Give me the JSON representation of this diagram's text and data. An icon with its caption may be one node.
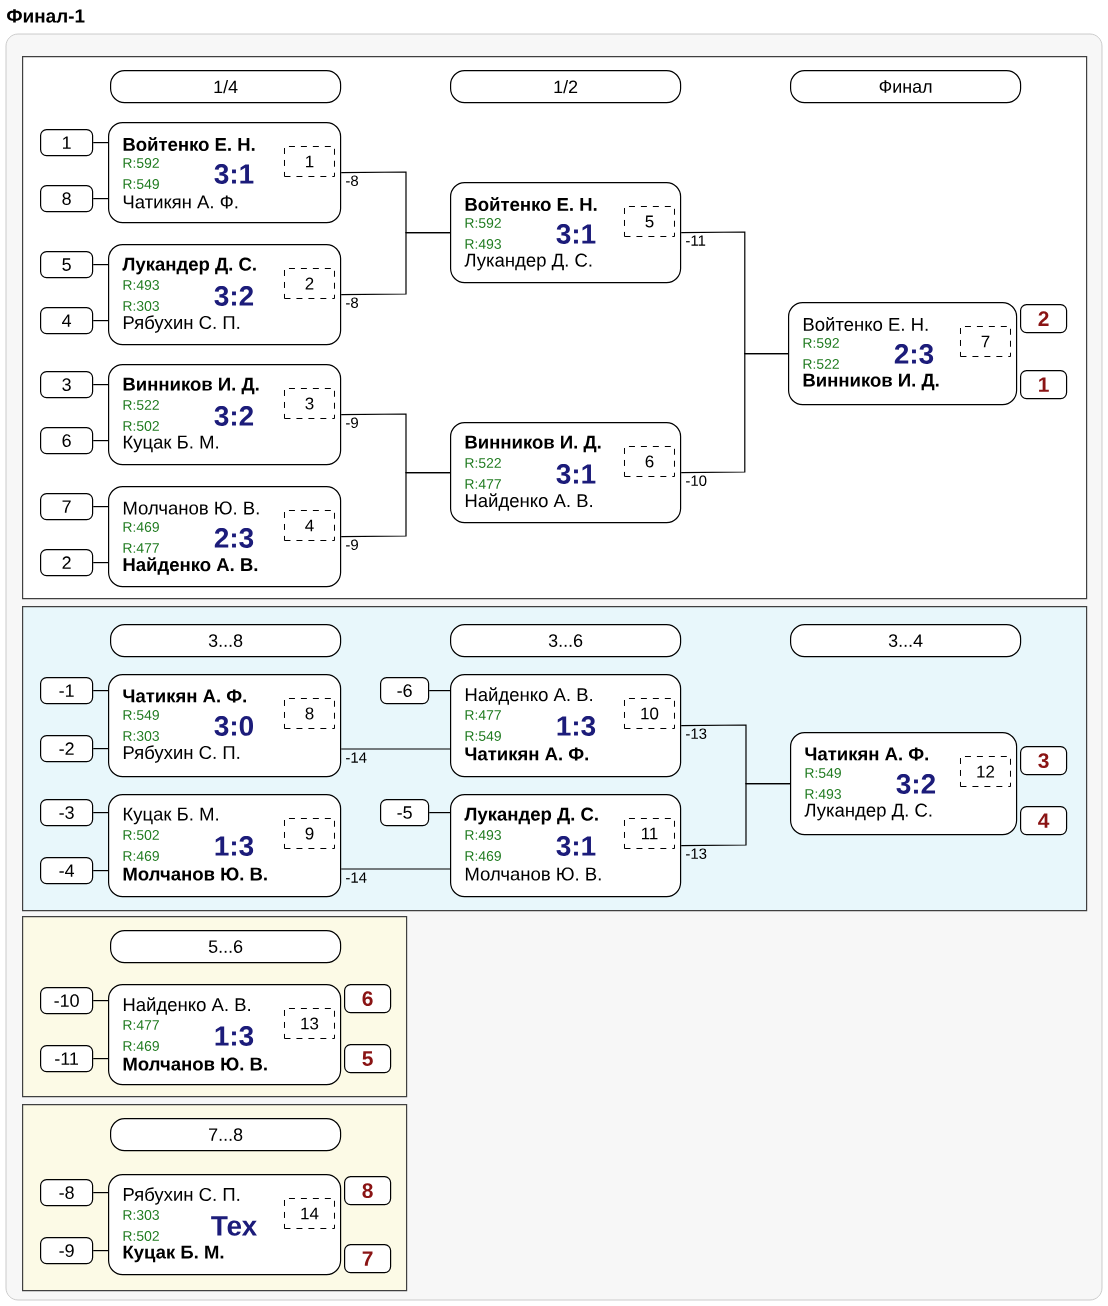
{
  "diagram": {
    "title": "Финал-1",
    "nodes": [
      {
        "text": [],
        "shape": "box"
      },
      {
        "text": [
          "1/4"
        ],
        "in": 0
      },
      {
        "text": [
          "1/2"
        ],
        "in": 0
      },
      {
        "text": [
          "Финал"
        ],
        "in": 0
      },
      {
        "text": [
          "1"
        ],
        "in": 0
      },
      {
        "text": [
          "**Войтенко Е. Н.**",
          "R:592",
          "3:1",
          "R:549",
          "Чатикян А. Ф."
        ],
        "in": 0
      },
      {
        "text": [
          "1"
        ],
        "in": 5
      },
      {
        "text": [
          "8"
        ],
        "in": 0
      },
      {
        "text": [
          "5"
        ],
        "in": 0
      },
      {
        "text": [
          "**Лукандер Д. С.**",
          "R:493",
          "3:2",
          "R:303",
          "Рябухин С. П."
        ],
        "in": 0
      },
      {
        "text": [
          "2"
        ],
        "in": 9
      },
      {
        "text": [
          "4"
        ],
        "in": 0
      },
      {
        "text": [
          "3"
        ],
        "in": 0
      },
      {
        "text": [
          "**Винников И. Д.**",
          "R:522",
          "3:2",
          "R:502",
          "Куцак Б. М."
        ],
        "in": 0
      },
      {
        "text": [
          "3"
        ],
        "in": 13
      },
      {
        "text": [
          "6"
        ],
        "in": 0
      },
      {
        "text": [
          "7"
        ],
        "in": 0
      },
      {
        "text": [
          "Молчанов Ю. В.",
          "R:469",
          "2:3",
          "R:477",
          "**Найденко А. В.**"
        ],
        "in": 0
      },
      {
        "text": [
          "4"
        ],
        "in": 17
      },
      {
        "text": [
          "2"
        ],
        "in": 0
      },
      {
        "text": [
          "**Войтенко Е. Н.**",
          "R:592",
          "3:1",
          "R:493",
          "Лукандер Д. С."
        ],
        "in": 0
      },
      {
        "text": [
          "5"
        ],
        "in": 20
      },
      {
        "text": [
          "**Винников И. Д.**",
          "R:522",
          "3:1",
          "R:477",
          "Найденко А. В."
        ],
        "in": 0
      },
      {
        "text": [
          "6"
        ],
        "in": 22
      },
      {
        "text": [
          "Войтенко Е. Н.",
          "R:592",
          "2:3",
          "R:522",
          "**Винников И. Д.**"
        ],
        "in": 0
      },
      {
        "text": [
          "7"
        ],
        "in": 24
      },
      {
        "text": [
          "2"
        ],
        "in": 0
      },
      {
        "text": [
          "1"
        ],
        "in": 0
      },
      {
        "text": [],
        "shape": "box"
      },
      {
        "text": [
          "3...8"
        ],
        "in": 28
      },
      {
        "text": [
          "3...6"
        ],
        "in": 28
      },
      {
        "text": [
          "3...4"
        ],
        "in": 28
      },
      {
        "text": [
          "-1"
        ],
        "in": 28
      },
      {
        "text": [
          "**Чатикян А. Ф.**",
          "R:549",
          "3:0",
          "R:303",
          "Рябухин С. П."
        ],
        "in": 28
      },
      {
        "text": [
          "8"
        ],
        "in": 33
      },
      {
        "text": [
          "-2"
        ],
        "in": 28
      },
      {
        "text": [
          "-6"
        ],
        "in": 28
      },
      {
        "text": [
          "Найденко А. В.",
          "R:477",
          "1:3",
          "R:549",
          "**Чатикян А. Ф.**"
        ],
        "in": 28
      },
      {
        "text": [
          "10"
        ],
        "in": 37
      },
      {
        "text": [
          "-3"
        ],
        "in": 28
      },
      {
        "text": [
          "Куцак Б. М.",
          "R:502",
          "1:3",
          "R:469",
          "**Молчанов Ю. В.**"
        ],
        "in": 28
      },
      {
        "text": [
          "9"
        ],
        "in": 40
      },
      {
        "text": [
          "-4"
        ],
        "in": 28
      },
      {
        "text": [
          "-5"
        ],
        "in": 28
      },
      {
        "text": [
          "**Лукандер Д. С.**",
          "R:493",
          "3:1",
          "R:469",
          "Молчанов Ю. В."
        ],
        "in": 28
      },
      {
        "text": [
          "11"
        ],
        "in": 44
      },
      {
        "text": [
          "**Чатикян А. Ф.**",
          "R:549",
          "3:2",
          "R:493",
          "Лукандер Д. С."
        ],
        "in": 28
      },
      {
        "text": [
          "12"
        ],
        "in": 46
      },
      {
        "text": [
          "3"
        ],
        "in": 28
      },
      {
        "text": [
          "4"
        ],
        "in": 28
      },
      {
        "text": [],
        "shape": "box"
      },
      {
        "text": [
          "5...6"
        ],
        "in": 50
      },
      {
        "text": [
          "-10"
        ],
        "in": 50
      },
      {
        "text": [
          "Найденко А. В.",
          "R:477",
          "1:3",
          "R:469",
          "**Молчанов Ю. В.**"
        ],
        "in": 50
      },
      {
        "text": [
          "13"
        ],
        "in": 53
      },
      {
        "text": [
          "-11"
        ],
        "in": 50
      },
      {
        "text": [
          "6"
        ],
        "in": 50
      },
      {
        "text": [
          "5"
        ],
        "in": 50
      },
      {
        "text": [],
        "shape": "box"
      },
      {
        "text": [
          "7...8"
        ],
        "in": 58
      },
      {
        "text": [
          "-8"
        ],
        "in": 58
      },
      {
        "text": [
          "Рябухин С. П.",
          "R:303",
          "Тех",
          "R:502",
          "**Куцак Б. М.**"
        ],
        "in": 58
      },
      {
        "text": [
          "14"
        ],
        "in": 61
      },
      {
        "text": [
          "-9"
        ],
        "in": 58
      },
      {
        "text": [
          "8"
        ],
        "in": 58
      },
      {
        "text": [
          "7"
        ],
        "in": 58
      }
    ],
    "edges": [
      {
        "from": 4,
        "to": 5,
        "arrow": "none"
      },
      {
        "from": 7,
        "to": 5,
        "arrow": "none"
      },
      {
        "from": 8,
        "to": 9,
        "arrow": "none"
      },
      {
        "from": 11,
        "to": 9,
        "arrow": "none"
      },
      {
        "from": 12,
        "to": 13,
        "arrow": "none"
      },
      {
        "from": 15,
        "to": 13,
        "arrow": "none"
      },
      {
        "from": 16,
        "to": 17,
        "arrow": "none"
      },
      {
        "from": 19,
        "to": 17,
        "arrow": "none"
      },
      {
        "from": 5,
        "to": 20,
        "arrow": "none",
        "label": "-8"
      },
      {
        "from": 9,
        "to": 20,
        "arrow": "none",
        "label": "-8"
      },
      {
        "from": 13,
        "to": 22,
        "arrow": "none",
        "label": "-9"
      },
      {
        "from": 17,
        "to": 22,
        "arrow": "none",
        "label": "-9"
      },
      {
        "from": 20,
        "to": 24,
        "arrow": "none",
        "label": "-11"
      },
      {
        "from": 22,
        "to": 24,
        "arrow": "none",
        "label": "-10"
      },
      {
        "from": 32,
        "to": 33,
        "arrow": "none"
      },
      {
        "from": 35,
        "to": 33,
        "arrow": "none"
      },
      {
        "from": 36,
        "to": 37,
        "arrow": "none"
      },
      {
        "from": 33,
        "to": 37,
        "arrow": "none",
        "label": "-14"
      },
      {
        "from": 39,
        "to": 40,
        "arrow": "none"
      },
      {
        "from": 42,
        "to": 40,
        "arrow": "none"
      },
      {
        "from": 43,
        "to": 44,
        "arrow": "none"
      },
      {
        "from": 40,
        "to": 44,
        "arrow": "none",
        "label": "-14"
      },
      {
        "from": 37,
        "to": 46,
        "arrow": "none",
        "label": "-13"
      },
      {
        "from": 44,
        "to": 46,
        "arrow": "none",
        "label": "-13"
      },
      {
        "from": 52,
        "to": 53,
        "arrow": "none"
      },
      {
        "from": 55,
        "to": 53,
        "arrow": "none"
      },
      {
        "from": 60,
        "to": 61,
        "arrow": "none"
      },
      {
        "from": 63,
        "to": 61,
        "arrow": "none"
      }
    ]
  }
}
